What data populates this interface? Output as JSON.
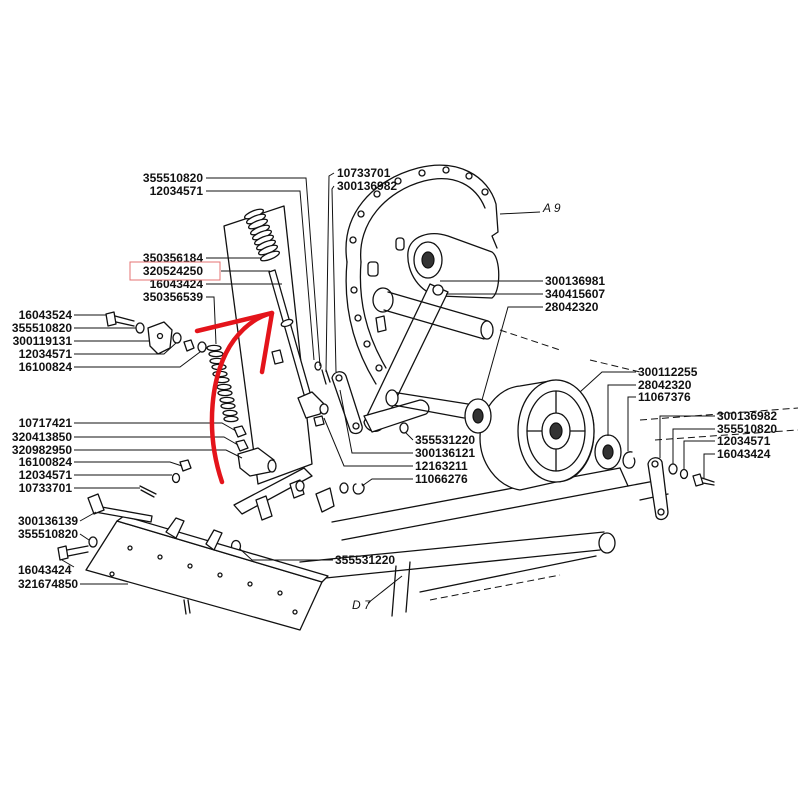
{
  "callouts": {
    "spring_top": [
      "355510820",
      "12034571"
    ],
    "spring_rod": [
      "350356184",
      "320524250",
      "16043424",
      "350356539"
    ],
    "left_mid": [
      "16043524",
      "355510820",
      "300119131",
      "12034571",
      "16100824"
    ],
    "left_low": [
      "10717421",
      "320413850",
      "320982950",
      "16100824",
      "12034571",
      "10733701"
    ],
    "bottom_left": [
      "300136139",
      "355510820",
      "16043424",
      "321674850"
    ],
    "top_center": [
      "10733701",
      "300136982"
    ],
    "right_mid": [
      "300136981",
      "340415607",
      "28042320"
    ],
    "wheel": [
      "300112255",
      "28042320",
      "11067376"
    ],
    "far_right": [
      "300136982",
      "355510820",
      "12034571",
      "16043424"
    ],
    "center_low": [
      "355531220",
      "300136121",
      "12163211",
      "11066276"
    ],
    "bottom_center": [
      "355531220"
    ]
  },
  "refs": {
    "a9": "A 9",
    "d7": "D 7"
  },
  "colors": {
    "highlight_box": "#e57373",
    "markup_arrow": "#e4141b"
  }
}
